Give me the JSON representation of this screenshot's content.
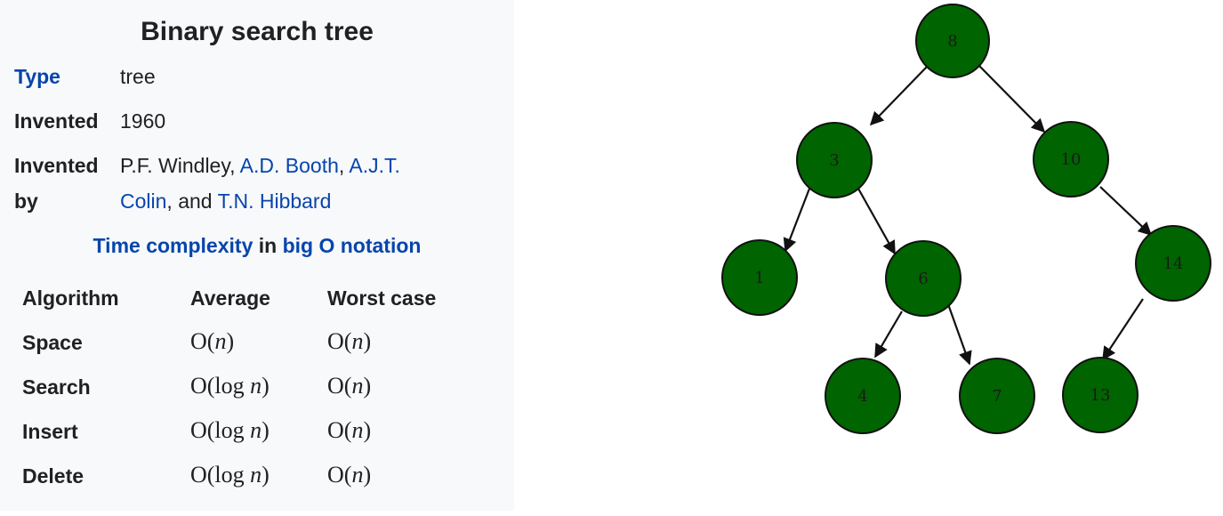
{
  "infobox": {
    "title": "Binary search tree",
    "type_label": "Type",
    "type_value": "tree",
    "invented_label": "Invented",
    "invented_value": "1960",
    "invented_by_label_1": "Invented",
    "invented_by_label_2": "by",
    "invented_by": {
      "plain_1": "P.F. Windley, ",
      "link_1": "A.D. Booth",
      "plain_2": ", ",
      "link_2a": "A.J.T.",
      "link_2b": "Colin",
      "plain_3": ", and ",
      "link_3": "T.N. Hibbard"
    },
    "subheader": {
      "link_1": "Time complexity",
      "middle": " in ",
      "link_2": "big O notation"
    },
    "table": {
      "headers": [
        "Algorithm",
        "Average",
        "Worst case"
      ],
      "rows": [
        {
          "label": "Space",
          "avg_pre": "O(",
          "avg_var": "n",
          "avg_post": ")",
          "worst_pre": "O(",
          "worst_var": "n",
          "worst_post": ")"
        },
        {
          "label": "Search",
          "avg_pre": "O(log ",
          "avg_var": "n",
          "avg_post": ")",
          "worst_pre": "O(",
          "worst_var": "n",
          "worst_post": ")"
        },
        {
          "label": "Insert",
          "avg_pre": "O(log ",
          "avg_var": "n",
          "avg_post": ")",
          "worst_pre": "O(",
          "worst_var": "n",
          "worst_post": ")"
        },
        {
          "label": "Delete",
          "avg_pre": "O(log ",
          "avg_var": "n",
          "avg_post": ")",
          "worst_pre": "O(",
          "worst_var": "n",
          "worst_post": ")"
        }
      ]
    }
  },
  "tree": {
    "node_color": "#006400",
    "nodes": [
      {
        "id": "n8",
        "label": "8"
      },
      {
        "id": "n3",
        "label": "3"
      },
      {
        "id": "n10",
        "label": "10"
      },
      {
        "id": "n1",
        "label": "1"
      },
      {
        "id": "n6",
        "label": "6"
      },
      {
        "id": "n14",
        "label": "14"
      },
      {
        "id": "n4",
        "label": "4"
      },
      {
        "id": "n7",
        "label": "7"
      },
      {
        "id": "n13",
        "label": "13"
      }
    ],
    "edges": [
      {
        "from": "8",
        "to": "3"
      },
      {
        "from": "8",
        "to": "10"
      },
      {
        "from": "3",
        "to": "1"
      },
      {
        "from": "3",
        "to": "6"
      },
      {
        "from": "10",
        "to": "14"
      },
      {
        "from": "6",
        "to": "4"
      },
      {
        "from": "6",
        "to": "7"
      },
      {
        "from": "14",
        "to": "13"
      }
    ]
  }
}
